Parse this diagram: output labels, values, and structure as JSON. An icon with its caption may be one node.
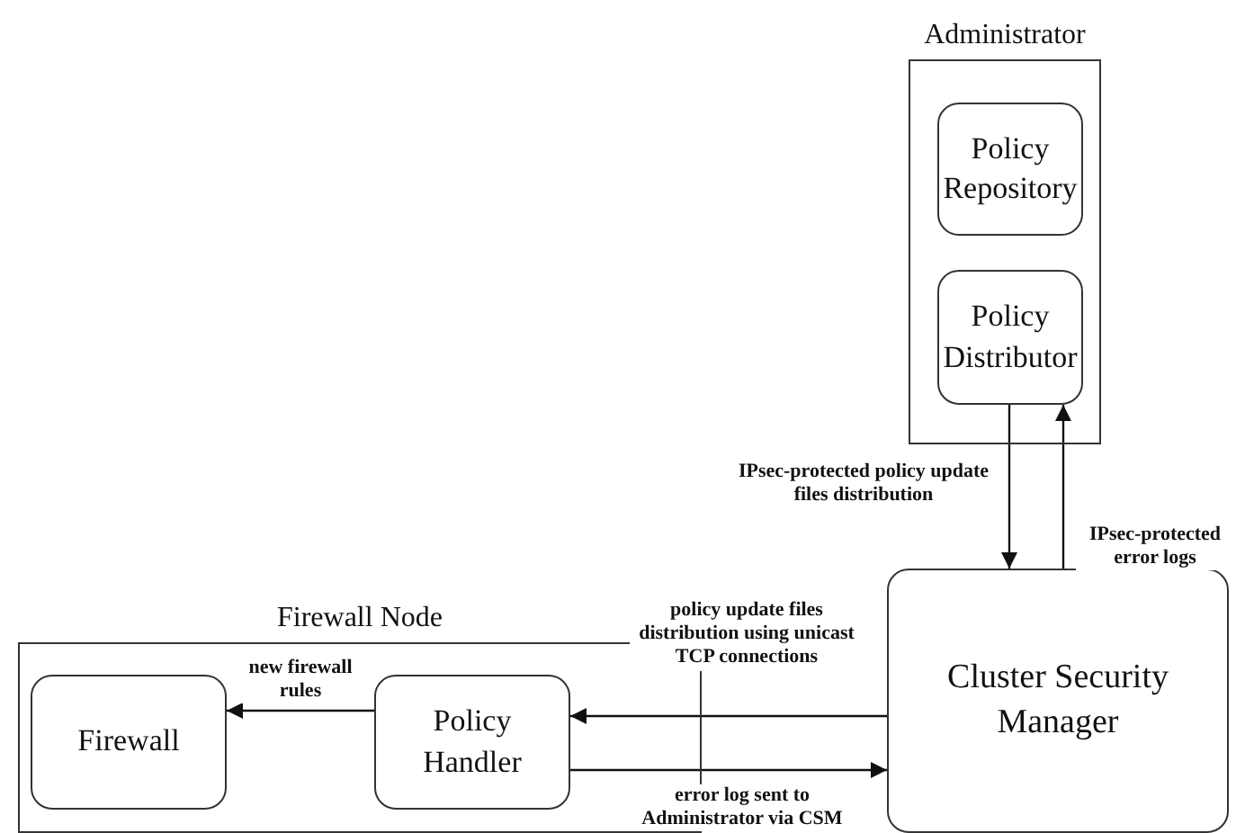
{
  "diagram": {
    "nodes": [
      {
        "text": [
          "Administrator"
        ]
      },
      {
        "text": [
          "Policy Repository"
        ],
        "in": 0
      },
      {
        "text": [
          "Policy Distributor"
        ],
        "in": 0
      },
      {
        "text": [
          "Cluster Security Manager"
        ]
      },
      {
        "text": [
          "Firewall Node"
        ]
      },
      {
        "text": [
          "Firewall"
        ],
        "in": 4
      },
      {
        "text": [
          "Policy Handler"
        ],
        "in": 4
      }
    ],
    "edges": [
      {
        "from": 2,
        "to": 3,
        "arrow": "to",
        "label": "IPsec-protected policy update files distribution"
      },
      {
        "from": 3,
        "to": 2,
        "arrow": "to",
        "label": "IPsec-protected error logs"
      },
      {
        "from": 3,
        "to": 6,
        "arrow": "to",
        "label": "policy update files distribution using unicast TCP connections"
      },
      {
        "from": 6,
        "to": 5,
        "arrow": "to",
        "label": "new firewall rules"
      },
      {
        "from": 6,
        "to": 3,
        "arrow": "to",
        "label": "error log sent to Administrator via CSM"
      }
    ]
  }
}
